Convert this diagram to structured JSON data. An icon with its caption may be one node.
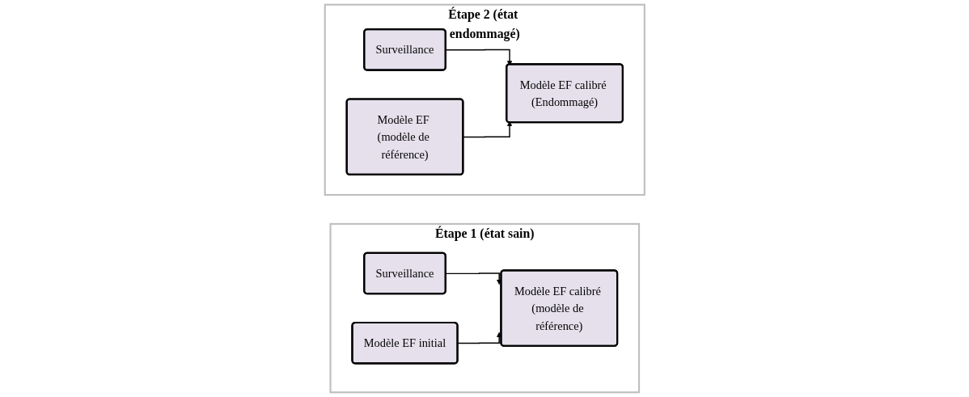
{
  "diagram": {
    "nodes": [
      {
        "text": [
          "Étape 1 (état sain)"
        ]
      },
      {
        "text": [
          "Surveillance"
        ],
        "in": 0
      },
      {
        "text": [
          "Modèle EF initial"
        ],
        "in": 0
      },
      {
        "text": [
          "Modèle EF calibré (modèle de référence)"
        ],
        "in": 0
      },
      {
        "text": [
          "Étape 2 (état endommagé)"
        ]
      },
      {
        "text": [
          "Surveillance"
        ],
        "in": 4
      },
      {
        "text": [
          "Modèle EF (modèle de référence)"
        ],
        "in": 4
      },
      {
        "text": [
          "Modèle EF calibré (Endommagé)"
        ],
        "in": 4
      }
    ],
    "edges": [
      {
        "from": 1,
        "to": 3,
        "arrow": "to"
      },
      {
        "from": 2,
        "to": 3,
        "arrow": "to"
      },
      {
        "from": 5,
        "to": 7,
        "arrow": "to"
      },
      {
        "from": 6,
        "to": 7,
        "arrow": "to"
      }
    ]
  }
}
